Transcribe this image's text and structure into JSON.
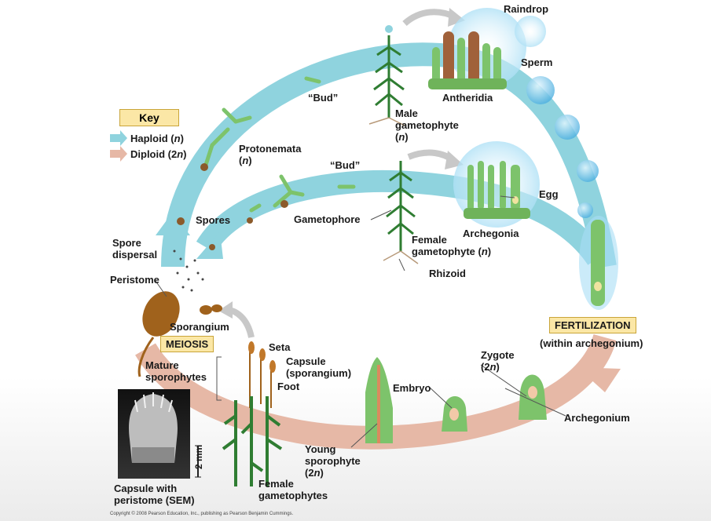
{
  "key": {
    "title": "Key",
    "haploid": "Haploid (",
    "haploid_n": "n",
    "diploid": "Diploid (2",
    "diploid_n": "n",
    "close": ")"
  },
  "labels": {
    "raindrop": "Raindrop",
    "sperm": "Sperm",
    "antheridia": "Antheridia",
    "bud_top": "“Bud”",
    "male_gametophyte": "Male",
    "male_gametophyte_2": "gametophyte",
    "male_gametophyte_n": "n",
    "protonemata": "Protonemata",
    "protonemata_n": "n",
    "bud_mid": "“Bud”",
    "egg": "Egg",
    "spores": "Spores",
    "gametophore": "Gametophore",
    "archegonia": "Archegonia",
    "female_gametophyte": "Female",
    "female_gametophyte_2": "gametophyte (",
    "female_gametophyte_n": "n",
    "rhizoid": "Rhizoid",
    "spore_dispersal_1": "Spore",
    "spore_dispersal_2": "dispersal",
    "peristome": "Peristome",
    "sporangium": "Sporangium",
    "meiosis": "MEIOSIS",
    "fertilization": "FERTILIZATION",
    "within_archegonium": "(within archegonium)",
    "seta": "Seta",
    "capsule": "Capsule",
    "capsule_2": "(sporangium)",
    "foot": "Foot",
    "mature_1": "Mature",
    "mature_2": "sporophytes",
    "zygote": "Zygote",
    "zygote_2": "(2",
    "zygote_n": "n",
    "embryo": "Embryo",
    "archegonium": "Archegonium",
    "young_1": "Young",
    "young_2": "sporophyte",
    "young_3": "(2",
    "young_n": "n",
    "female_gametophytes_1": "Female",
    "female_gametophytes_2": "gametophytes",
    "sem_1": "Capsule with",
    "sem_2": "peristome (SEM)",
    "scale": "2 mm"
  },
  "copyright": "Copyright © 2008 Pearson Education, Inc., publishing as Pearson Benjamin Cummings.",
  "colors": {
    "haploid": "#8fd3de",
    "diploid": "#e6b8a6",
    "label_box": "#fbe7a6",
    "plant_green": "#2f7d32",
    "capsule_brown": "#a0621c"
  }
}
